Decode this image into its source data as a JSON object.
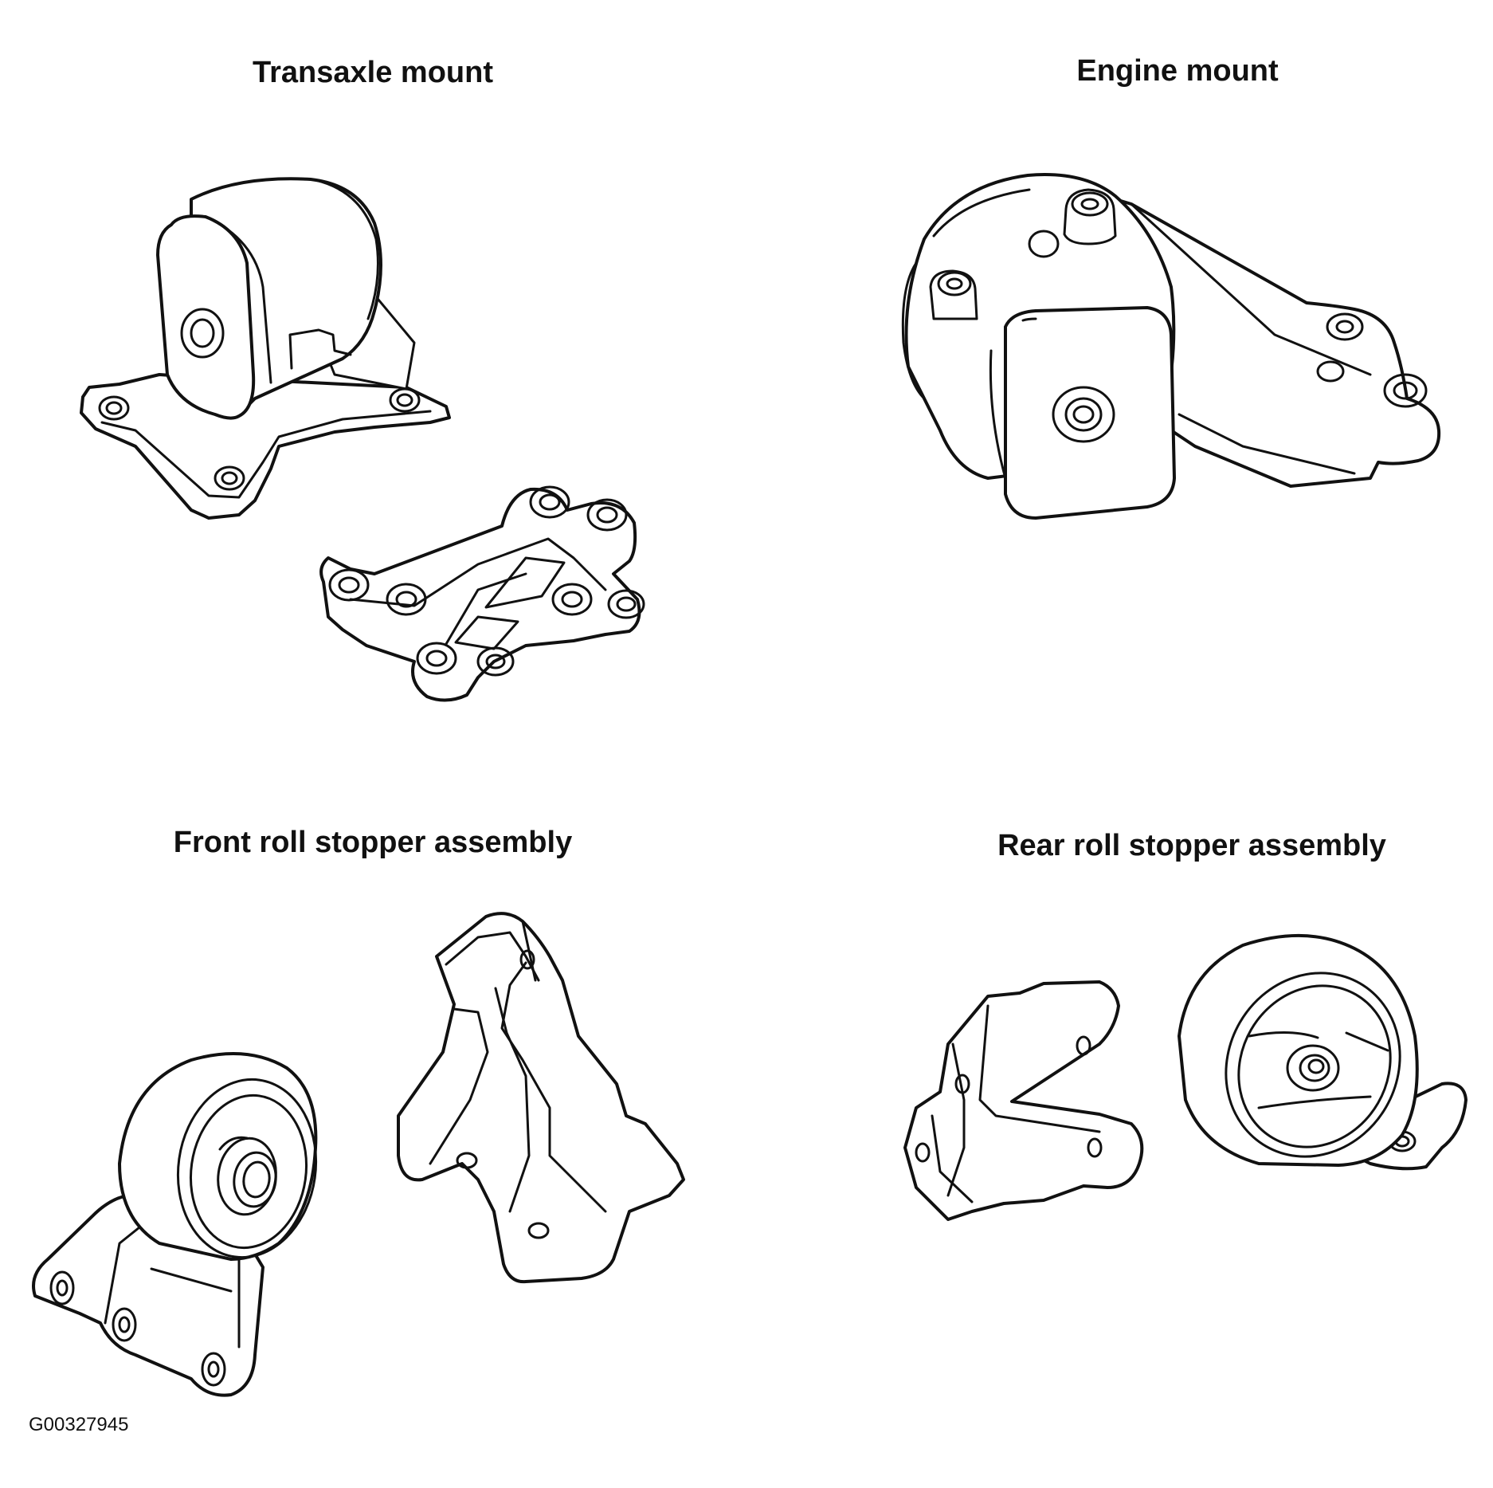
{
  "labels": {
    "transaxle_mount": "Transaxle mount",
    "engine_mount": "Engine mount",
    "front_roll_stopper": "Front roll stopper assembly",
    "rear_roll_stopper": "Rear roll stopper assembly"
  },
  "figure_code": "G00327945",
  "colors": {
    "line": "#111111",
    "background": "#ffffff"
  }
}
